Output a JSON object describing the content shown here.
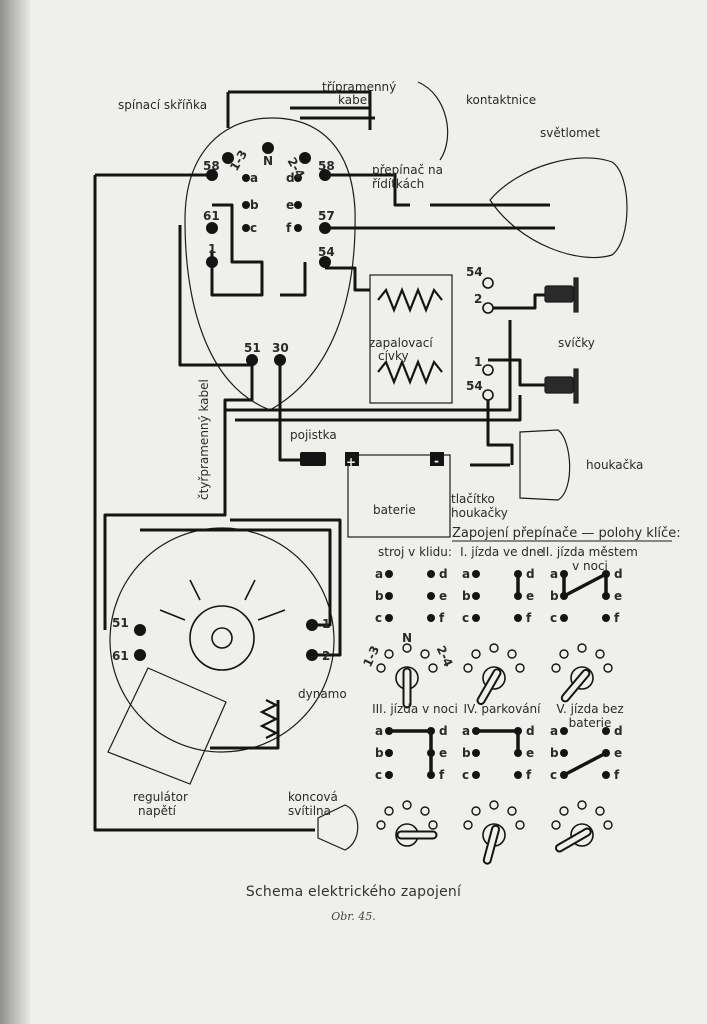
{
  "labels": {
    "ignition_box": "spínací skříňka",
    "three_core_cable_1": "třípramenný",
    "three_core_cable_2": "kabel",
    "contact_breaker": "kontaktnice",
    "headlight": "světlomet",
    "handlebar_switch_1": "přepínač na",
    "handlebar_switch_2": "řídítkách",
    "ignition_coils_1": "zapalovací",
    "ignition_coils_2": "cívky",
    "spark_plugs": "svíčky",
    "four_core_cable": "čtyřpramenný kabel",
    "fuse": "pojistka",
    "battery": "baterie",
    "horn": "houkačka",
    "horn_button_1": "tlačítko",
    "horn_button_2": "houkačky",
    "dynamo": "dynamo",
    "regulator_1": "regulátor",
    "regulator_2": "napětí",
    "tail_light_1": "koncová",
    "tail_light_2": "svítilna"
  },
  "terminals": {
    "t13": "1-3",
    "tN": "N",
    "t24": "2-4",
    "t58a": "58",
    "t58b": "58",
    "t61": "61",
    "t57": "57",
    "t54": "54",
    "t1": "1",
    "t51": "51",
    "t30": "30",
    "coil54a": "54",
    "coil2": "2",
    "coil1": "1",
    "coil54b": "54",
    "dyn51": "51",
    "dyn61": "61",
    "dyn1": "1",
    "dyn2": "2",
    "box_a": "a",
    "box_b": "b",
    "box_c": "c",
    "box_d": "d",
    "box_e": "e",
    "box_f": "f",
    "bat_plus": "+",
    "bat_minus": "-"
  },
  "legend": {
    "title": "Zapojení přepínače — polohy klíče:",
    "positions": [
      {
        "line1": "stroj v klidu:",
        "line2": ""
      },
      {
        "line1": "I. jízda ve dne",
        "line2": ""
      },
      {
        "line1": "II. jízda městem",
        "line2": "v noci"
      },
      {
        "line1": "III. jízda v noci",
        "line2": ""
      },
      {
        "line1": "IV. parkování",
        "line2": ""
      },
      {
        "line1": "V. jízda bez",
        "line2": "baterie"
      }
    ],
    "letters": {
      "a": "a",
      "b": "b",
      "c": "c",
      "d": "d",
      "e": "e",
      "f": "f"
    },
    "key_marks": {
      "left": "1-3",
      "mid": "N",
      "right": "2-4"
    }
  },
  "caption": "Schema elektrického zapojení",
  "figure_number": "Obr. 45."
}
